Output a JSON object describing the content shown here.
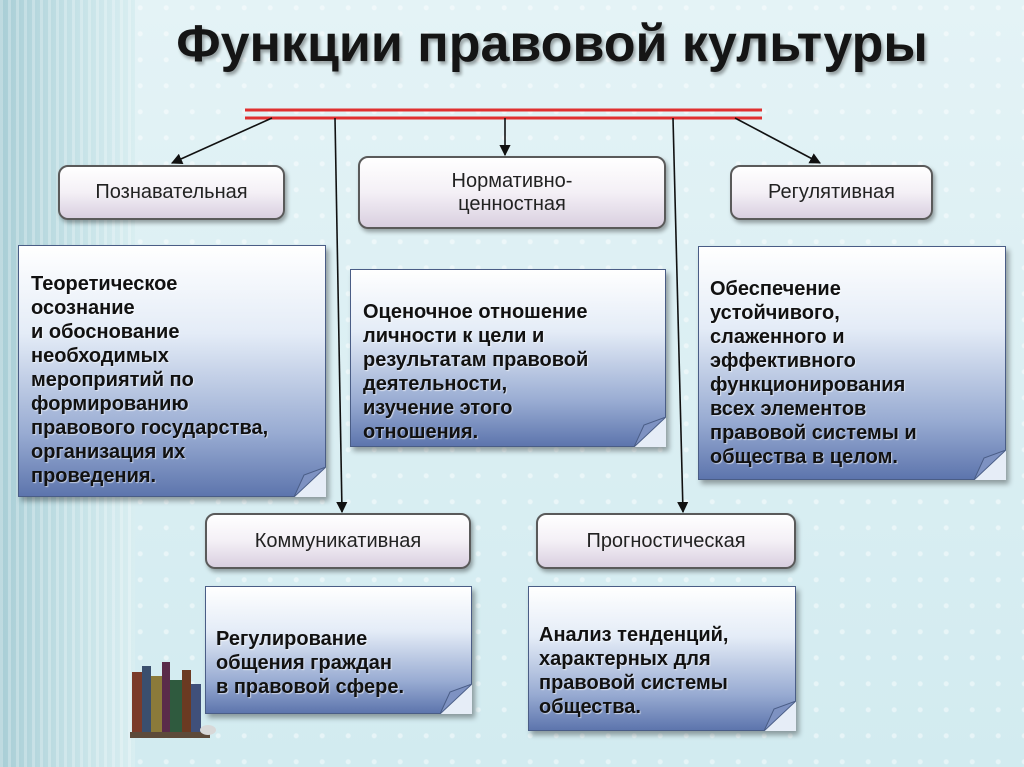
{
  "title": "Функции правовой культуры",
  "functions": {
    "cognitive": {
      "label": "Познавательная",
      "description": "Теоретическое\nосознание\nи обоснование\nнеобходимых\nмероприятий по\nформированию\nправового государства,\nорганизация их\n проведения."
    },
    "normative": {
      "label": "Нормативно-\nценностная",
      "description": "Оценочное отношение\nличности к цели и\nрезультатам правовой\nдеятельности,\nизучение этого\nотношения."
    },
    "regulatory": {
      "label": "Регулятивная",
      "description": "Обеспечение\nустойчивого,\nслаженного и\nэффективного\nфункционирования\nвсех элементов\nправовой системы и\nобщества в целом."
    },
    "communicative": {
      "label": "Коммуникативная",
      "description": "Регулирование\nобщения граждан\nв правовой сфере."
    },
    "prognostic": {
      "label": "Прогностическая",
      "description": "Анализ тенденций,\nхарактерных для\nправовой системы\nобщества."
    }
  },
  "colors": {
    "connector_red": "#e03030",
    "label_border": "#5a5a5a",
    "note_blue": "#5d75ad"
  }
}
